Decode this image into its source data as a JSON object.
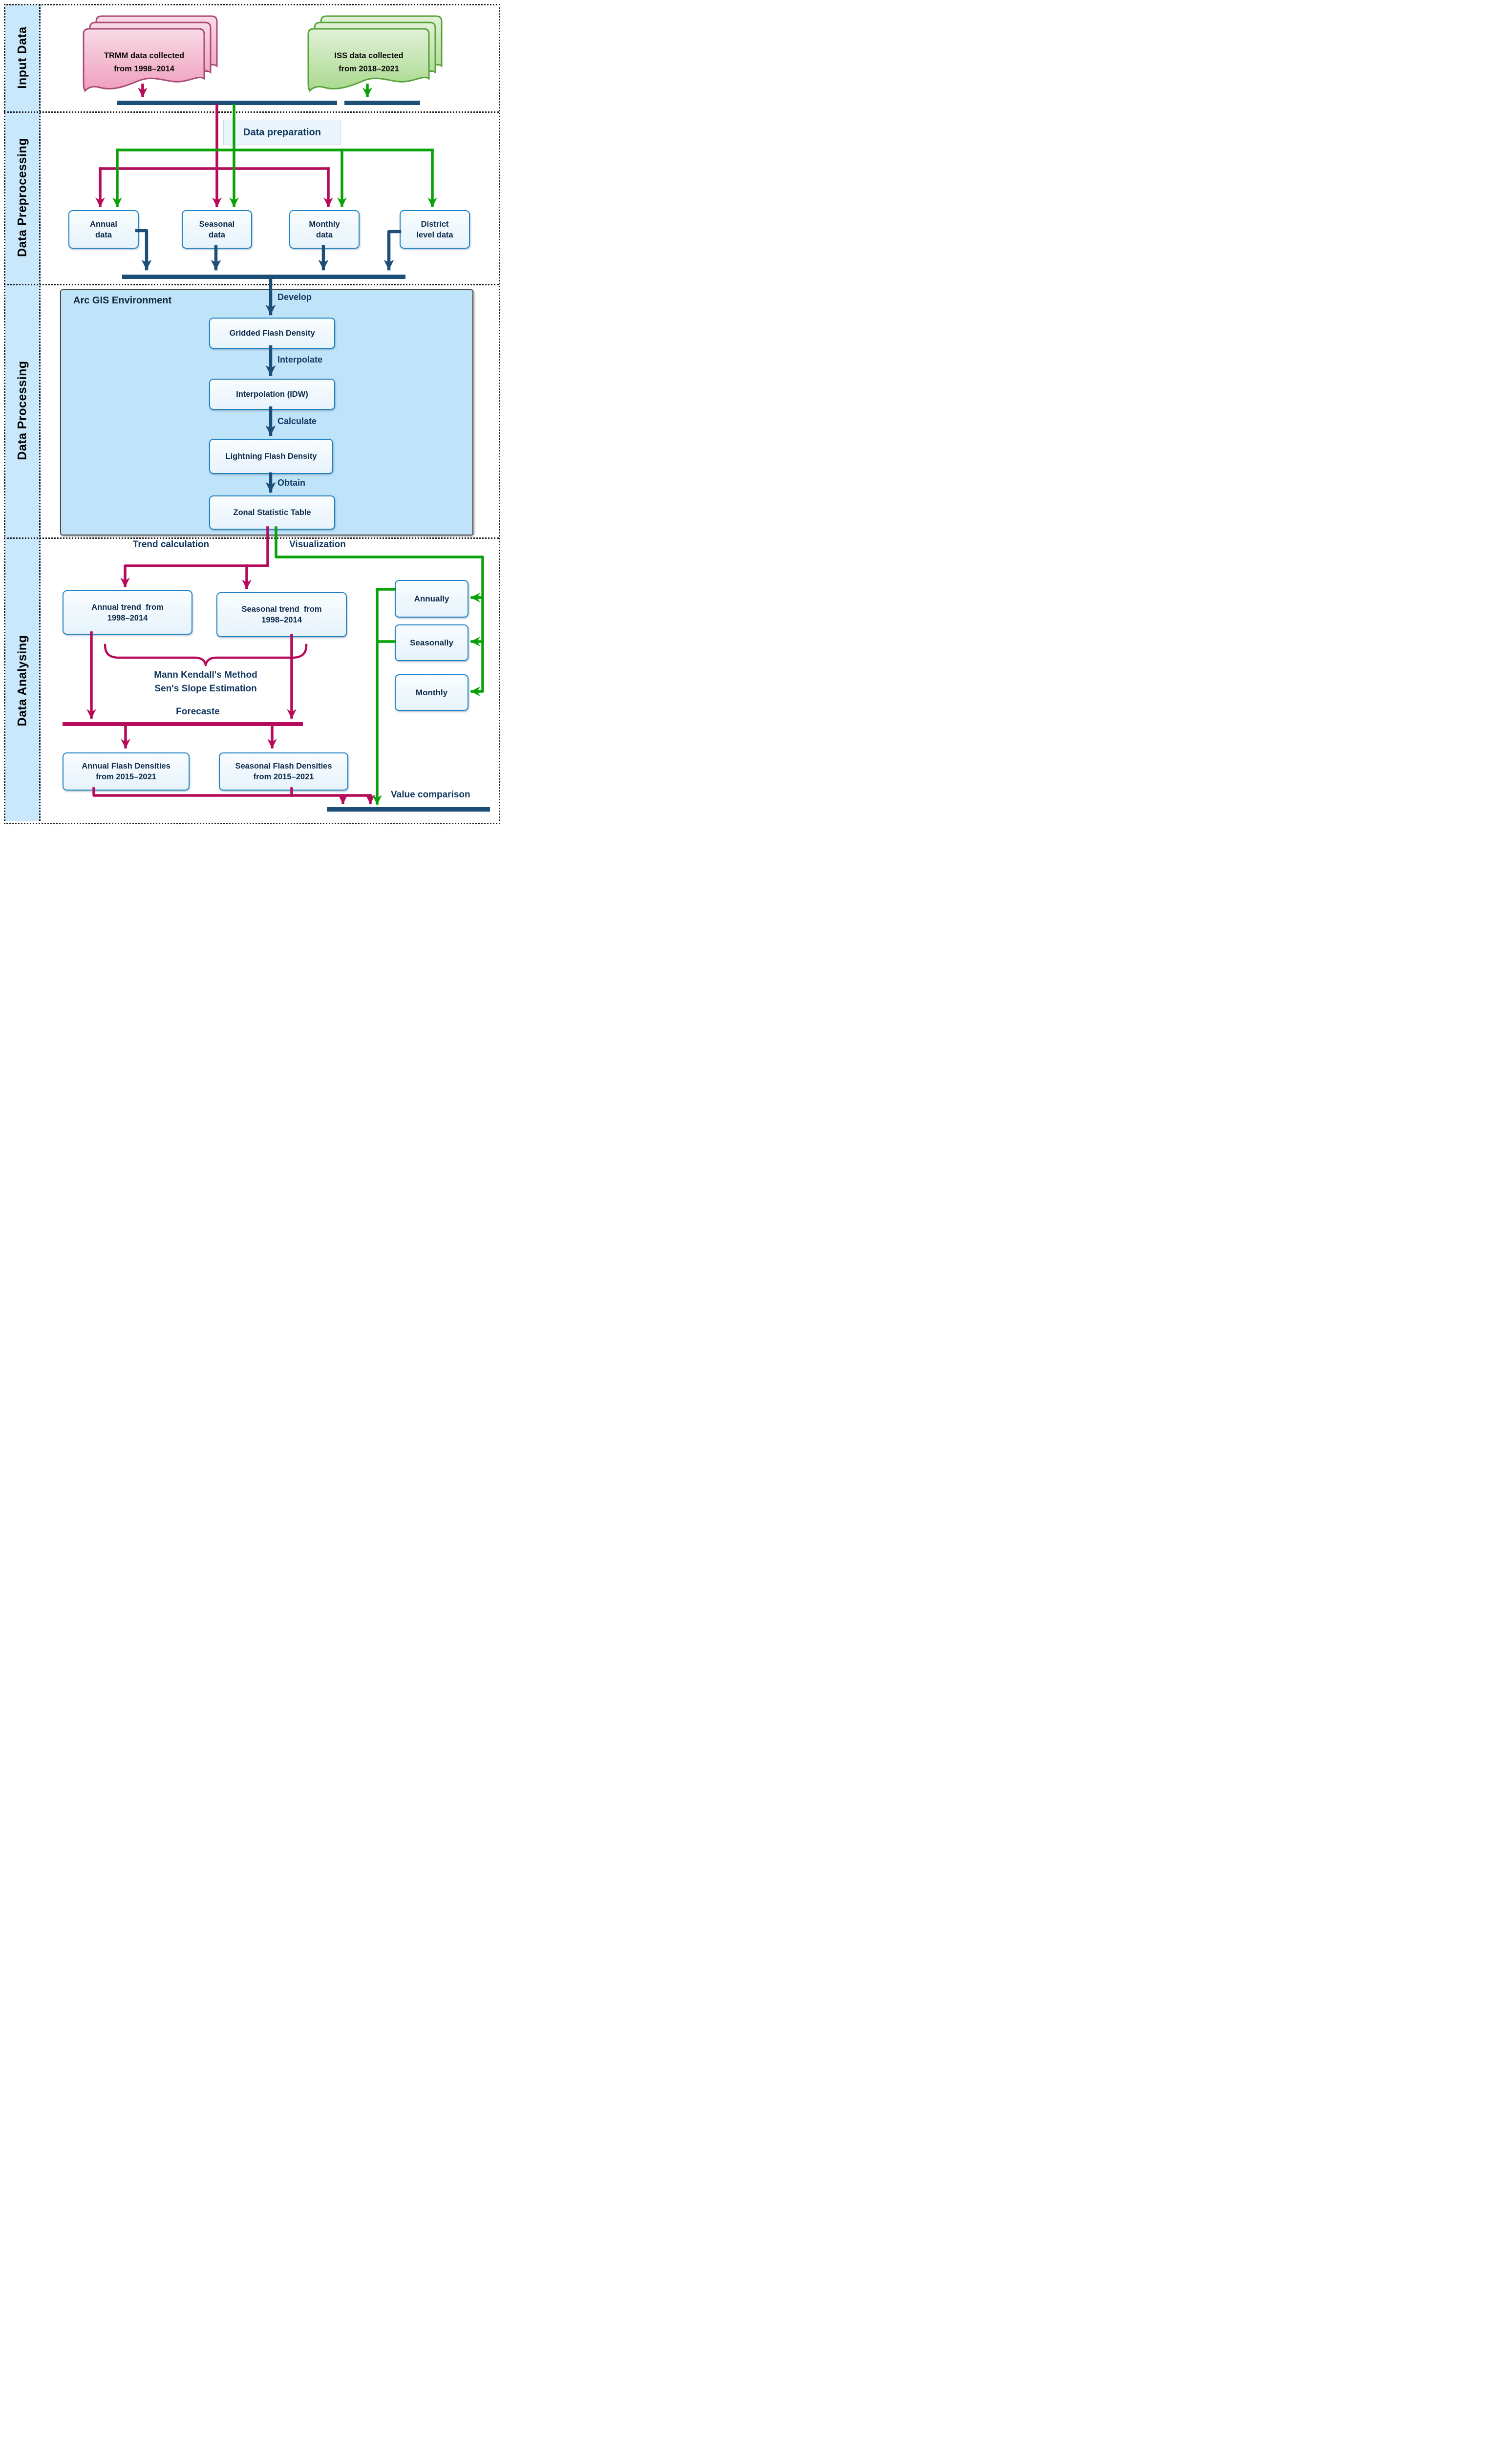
{
  "colors": {
    "crimson_path": "#b60b5a",
    "green_path": "#0aa20a",
    "navy": "#1c4e78",
    "box_border_blue": "#1e83c4",
    "box_fill": "#eef7fd",
    "arcgis_fill": "#bfe3f8",
    "sidebar_fill": "#c9e8fb",
    "trmm_doc_border": "#aa4a76",
    "iss_doc_border": "#57a33a"
  },
  "sidebar": {
    "sections": [
      {
        "label": "Input Data"
      },
      {
        "label": "Data Preprocessing"
      },
      {
        "label": "Data Processing"
      },
      {
        "label": "Data Analysing"
      }
    ]
  },
  "input_data": {
    "trmm_stack": {
      "line1": "TRMM data collected",
      "line2": "from 1998–2014"
    },
    "iss_stack": {
      "line1": "ISS data collected",
      "line2": "from 2018–2021"
    }
  },
  "preprocessing": {
    "data_preparation_label": "Data preparation",
    "boxes": [
      {
        "line1": "Annual",
        "line2": "data"
      },
      {
        "line1": "Seasonal",
        "line2": "data"
      },
      {
        "line1": "Monthly",
        "line2": "data"
      },
      {
        "line1": "District",
        "line2": "level data"
      }
    ]
  },
  "processing": {
    "environment_label": "Arc GIS Environment",
    "steps": [
      {
        "arrow_label": "Develop",
        "box_label": "Gridded Flash Density"
      },
      {
        "arrow_label": "Interpolate",
        "box_label": "Interpolation (IDW)"
      },
      {
        "arrow_label": "Calculate",
        "box_label": "Lightning Flash Density"
      },
      {
        "arrow_label": "Obtain",
        "box_label": "Zonal Statistic Table"
      }
    ]
  },
  "analysing": {
    "trend_calculation_label": "Trend calculation",
    "visualization_label": "Visualization",
    "annual_trend": {
      "line1": "Annual trend  from",
      "line2": "1998–2014"
    },
    "seasonal_trend": {
      "line1": "Seasonal trend  from",
      "line2": "1998–2014"
    },
    "methods": {
      "line1": "Mann Kendall's Method",
      "line2": "Sen's Slope Estimation"
    },
    "forecast_label": "Forecaste",
    "visualization_boxes": [
      {
        "label": "Annually"
      },
      {
        "label": "Seasonally"
      },
      {
        "label": "Monthly"
      }
    ],
    "annual_flash": {
      "line1": "Annual Flash Densities",
      "line2": "from 2015–2021"
    },
    "seasonal_flash": {
      "line1": "Seasonal Flash Densities",
      "line2": "from 2015–2021"
    },
    "value_comparison_label": "Value comparison"
  }
}
